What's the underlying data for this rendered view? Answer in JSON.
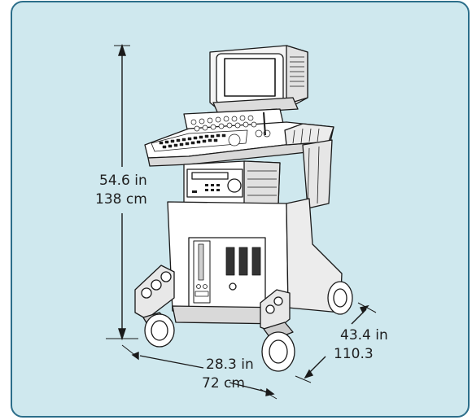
{
  "colors": {
    "panel_bg": "#cfe8ee",
    "panel_border": "#2c6e8a",
    "line": "#1a1a1a",
    "device_fill": "#ffffff",
    "device_shade": "#d9d9d9"
  },
  "device": {
    "name_icon": "ultrasound-cart-icon"
  },
  "dimensions": {
    "height_in": "54.6 in",
    "height_cm": "138 cm",
    "width_in": "28.3 in",
    "width_cm": "72 cm",
    "depth_in": "43.4 in",
    "depth_cm": "110.3"
  }
}
